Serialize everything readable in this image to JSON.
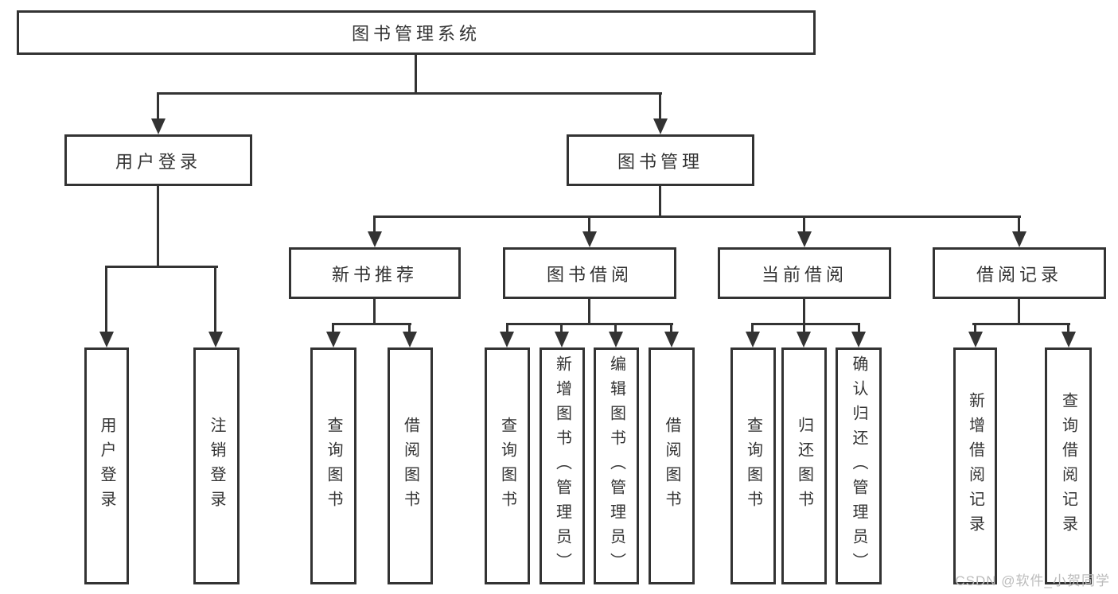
{
  "diagram": {
    "title": "图书管理系统",
    "root": {
      "label": "图书管理系统"
    },
    "branches": [
      {
        "label": "用户登录",
        "children": [
          {
            "label": "用户登录"
          },
          {
            "label": "注销登录"
          }
        ]
      },
      {
        "label": "图书管理",
        "children": [
          {
            "label": "新书推荐",
            "children": [
              {
                "label": "查询图书"
              },
              {
                "label": "借阅图书"
              }
            ]
          },
          {
            "label": "图书借阅",
            "children": [
              {
                "label": "查询图书"
              },
              {
                "label": "新增图书（管理员）"
              },
              {
                "label": "编辑图书（管理员）"
              },
              {
                "label": "借阅图书"
              }
            ]
          },
          {
            "label": "当前借阅",
            "children": [
              {
                "label": "查询图书"
              },
              {
                "label": "归还图书"
              },
              {
                "label": "确认归还（管理员）"
              }
            ]
          },
          {
            "label": "借阅记录",
            "children": [
              {
                "label": "新增借阅记录"
              },
              {
                "label": "查询借阅记录"
              }
            ]
          }
        ]
      }
    ]
  },
  "watermark": {
    "text": "CSDN @软件_小贺同学"
  },
  "colors": {
    "line": "#333333",
    "text": "#333333",
    "box_background": "#ffffff",
    "watermark": "#bcbcbc",
    "page_background": "#ffffff"
  }
}
